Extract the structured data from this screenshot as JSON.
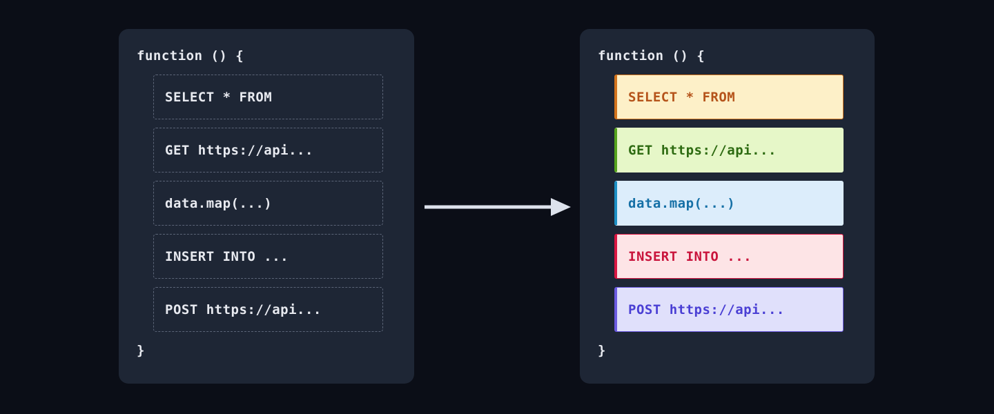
{
  "background_color": "#0b0e17",
  "panel_color": "#1e2635",
  "arrow": {
    "icon": "arrow-right-icon",
    "color": "#dde2ec",
    "direction": "right"
  },
  "left_panel": {
    "title": "plain-code-block",
    "function_open": "function () {",
    "function_close": "}",
    "border_style": "dashed",
    "border_color": "#5c6578",
    "text_color": "#e8eaf0",
    "rows": [
      {
        "label": "SELECT * FROM"
      },
      {
        "label": "GET https://api..."
      },
      {
        "label": "data.map(...)"
      },
      {
        "label": "INSERT INTO ..."
      },
      {
        "label": "POST https://api..."
      }
    ]
  },
  "right_panel": {
    "title": "highlighted-code-block",
    "function_open": "function () {",
    "function_close": "}",
    "text_color": "#e8eaf0",
    "rows": [
      {
        "label": "SELECT * FROM",
        "kind": "sql-select",
        "background": "#fdf0c8",
        "text": "#b5531a",
        "accent": "#d2731c",
        "border": "#d2731c"
      },
      {
        "label": "GET https://api...",
        "kind": "http-get",
        "background": "#e6f7c8",
        "text": "#2e6b12",
        "accent": "#55a31c",
        "border": "transparent"
      },
      {
        "label": "data.map(...)",
        "kind": "js-map",
        "background": "#dcedfb",
        "text": "#1570a6",
        "accent": "#1c8fc4",
        "border": "transparent"
      },
      {
        "label": "INSERT INTO ...",
        "kind": "sql-insert",
        "background": "#fde4e6",
        "text": "#c9143c",
        "accent": "#d91642",
        "border": "#d91642"
      },
      {
        "label": "POST https://api...",
        "kind": "http-post",
        "background": "#e0e0fb",
        "text": "#4a3fd4",
        "accent": "#6b5ae0",
        "border": "#6b5ae0"
      }
    ]
  }
}
